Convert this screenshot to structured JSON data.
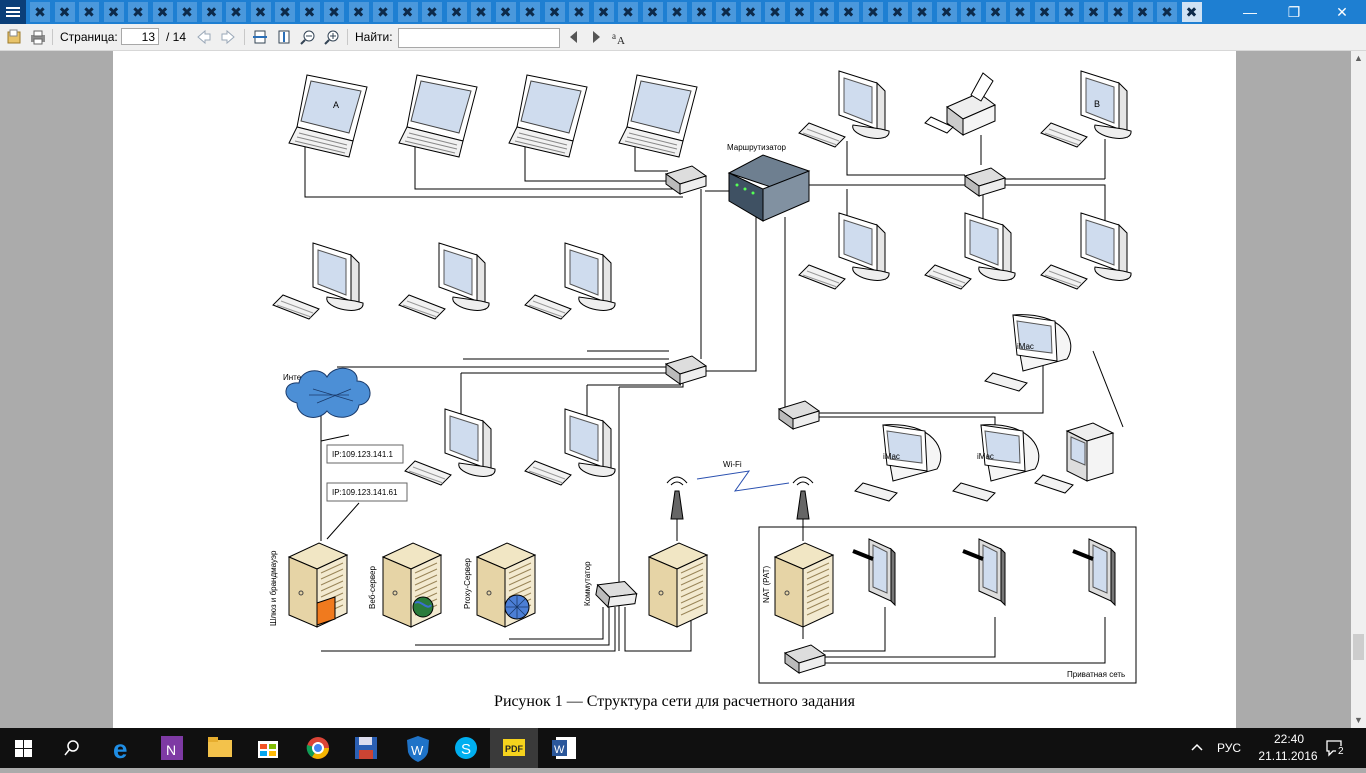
{
  "window": {
    "controls": {
      "minimize": "—",
      "restore": "❐",
      "close": "✕"
    }
  },
  "tabs": {
    "close_glyph": "✖"
  },
  "toolbar": {
    "page_label": "Страница:",
    "page_current": "13",
    "page_total": "/ 14",
    "find_label": "Найти:",
    "find_value": ""
  },
  "diagram": {
    "laptop_a_label": "A",
    "computer_b_label": "B",
    "router_label": "Маршрутизатор",
    "internet_label": "Интернет",
    "ip_box_1": "IP:109.123.141.1",
    "ip_box_2": "IP:109.123.141.61",
    "gateway_label": "Шлюз и брандмауэр",
    "web_server_label": "Веб-сервер",
    "proxy_label": "Proxy-Сервер",
    "switch_label": "Коммутатор",
    "wifi_label": "Wi-Fi",
    "nat_label": "NAT (PAT)",
    "private_net_label": "Приватная сеть",
    "imac_label": "iMac"
  },
  "caption": "Рисунок 1 — Структура сети для расчетного задания",
  "taskbar": {
    "language": "РУС",
    "time": "22:40",
    "date": "21.11.2016",
    "notifications": "2"
  },
  "colors": {
    "titlebar": "#1e7fd2",
    "taskbar": "#101010",
    "cloud": "#4c8fd6"
  }
}
